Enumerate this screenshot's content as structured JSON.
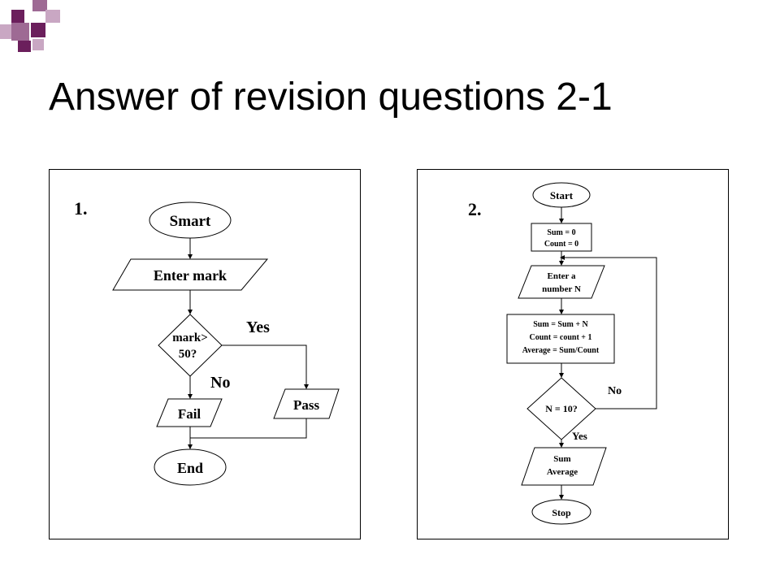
{
  "slide": {
    "title": "Answer of revision questions 2-1",
    "accent_colors": [
      "#6b1f5c",
      "#9e6a94",
      "#c9a7c3"
    ]
  },
  "diagram1": {
    "number": "1.",
    "start": "Smart",
    "input": "Enter mark",
    "decision_line1": "mark>",
    "decision_line2": "50?",
    "yes_label": "Yes",
    "no_label": "No",
    "no_output": "Fail",
    "yes_output": "Pass",
    "end": "End"
  },
  "diagram2": {
    "number": "2.",
    "start": "Start",
    "init_line1": "Sum = 0",
    "init_line2": "Count = 0",
    "input_line1": "Enter a",
    "input_line2": "number N",
    "process_line1": "Sum = Sum + N",
    "process_line2": "Count = count + 1",
    "process_line3": "Average = Sum/Count",
    "decision": "N = 10?",
    "no_label": "No",
    "yes_label": "Yes",
    "output_line1": "Sum",
    "output_line2": "Average",
    "stop": "Stop"
  }
}
